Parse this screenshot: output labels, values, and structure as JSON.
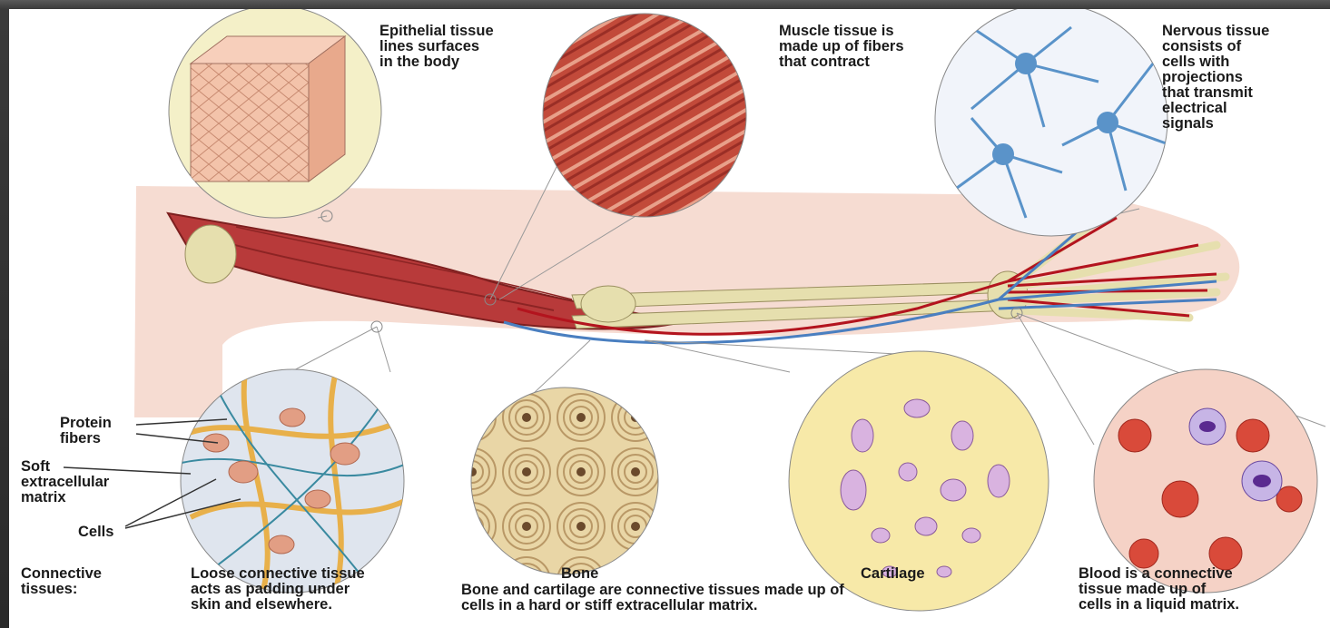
{
  "labels": {
    "epithelial": "Epithelial tissue\nlines surfaces\nin the body",
    "muscle": "Muscle tissue is\nmade up of fibers\nthat contract",
    "nervous": "Nervous tissue\nconsists of\ncells with\nprojections\nthat transmit\nelectrical\nsignals",
    "protein_fibers": "Protein\nfibers",
    "soft_matrix": "Soft\nextracellular\nmatrix",
    "cells": "Cells",
    "connective": "Connective\ntissues:",
    "loose": "Loose connective tissue\nacts as padding under\nskin and elsewhere.",
    "bone": "Bone",
    "cartilage": "Cartilage",
    "bone_cartilage": "Bone and cartilage are connective tissues made up of\ncells in a hard or stiff extracellular matrix.",
    "blood": "Blood is a connective\ntissue made up of\ncells in a liquid matrix."
  },
  "colors": {
    "skin": "#f6dcd2",
    "muscle": "#b83a3a",
    "bone": "#e6dfae",
    "artery": "#b3141e",
    "vein": "#4a7fc0",
    "nerve_cell": "#5a93c9",
    "cartilage_bg": "#f7e9a8",
    "blood_bg": "#f5d2c6"
  }
}
